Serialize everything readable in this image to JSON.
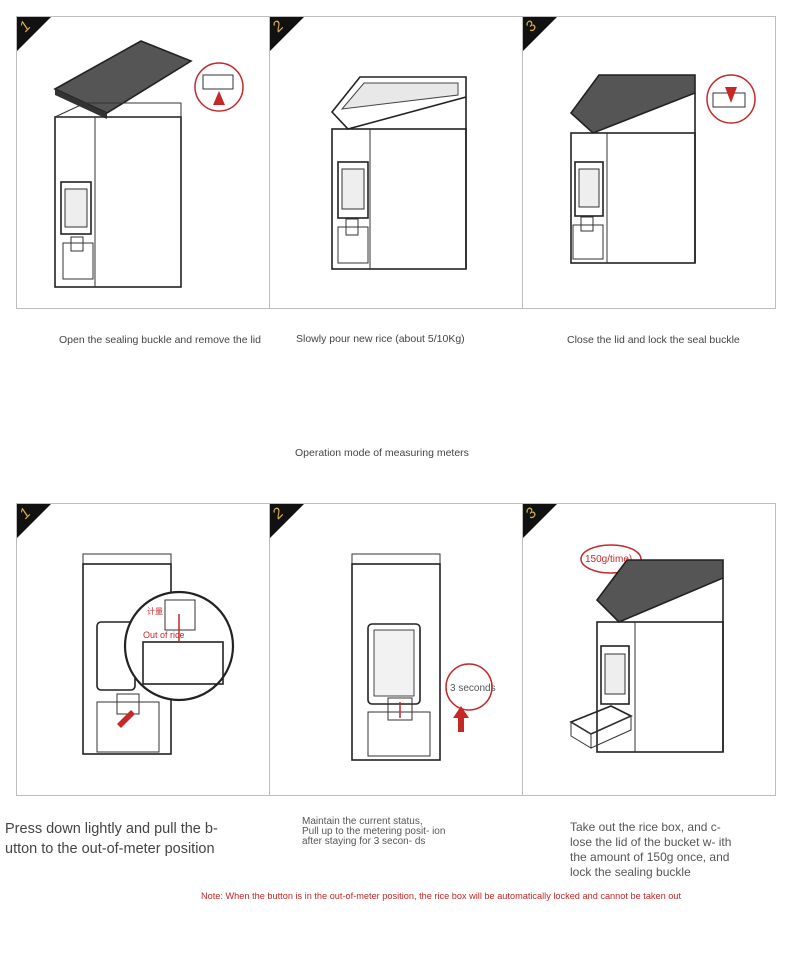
{
  "top_steps": [
    {
      "num": "1",
      "caption": "Open the sealing buckle and remove the lid"
    },
    {
      "num": "2",
      "caption": "Slowly pour new rice (about 5/10Kg)"
    },
    {
      "num": "3",
      "caption": "Close the lid and lock the seal buckle"
    }
  ],
  "section_title": "Operation mode of measuring meters",
  "bottom_steps": [
    {
      "num": "1",
      "caption": "Press down lightly and pull the b- utton to the out-of-meter position",
      "callout_cn": "计量",
      "callout_label": "Out of rice"
    },
    {
      "num": "2",
      "caption_line1": "Maintain the current status,",
      "caption_rest": "Pull up to the metering posit- ion after staying for 3 secon- ds",
      "callout_label": "3 seconds"
    },
    {
      "num": "3",
      "caption": "Take out the rice box, and c- lose the lid of the bucket w- ith the amount of 150g once, and lock the sealing buckle",
      "callout_label": "150g/time)"
    }
  ],
  "note": "Note: When the button is in the out-of-meter position, the rice box will be automatically locked and cannot be taken out",
  "colors": {
    "accent_red": "#c62828",
    "badge": "#111111",
    "badge_num": "#d8b24a"
  }
}
